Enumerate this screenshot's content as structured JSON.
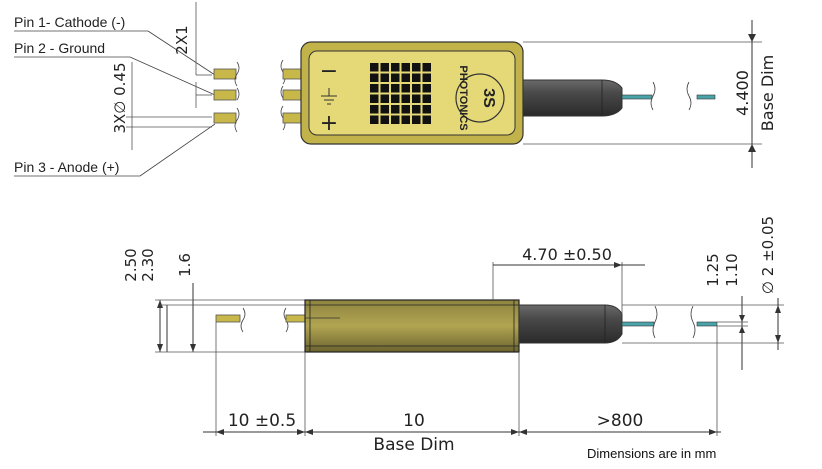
{
  "pins": {
    "pin1": "Pin 1- Cathode (-)",
    "pin2": "Pin 2 - Ground",
    "pin3": "Pin 3 - Anode (+)"
  },
  "top_view": {
    "pitch": "2X1",
    "pin_diameter": "3X∅ 0.45",
    "height": "4.400",
    "base_dim": "Base Dim",
    "symbols": {
      "minus": "−",
      "ground": "⏚",
      "plus": "+"
    },
    "logo_line1": "3S",
    "logo_line2": "PHOTONICS"
  },
  "side_view": {
    "total_height": "2.50",
    "body_height": "2.30",
    "pin_height": "1.6",
    "boot_length": "4.70 ±0.50",
    "fiber_height_1": "1.25",
    "fiber_height_2": "1.10",
    "boot_diameter": "∅ 2 ±0.05",
    "pin_length": "10 ±0.5",
    "body_length": "10",
    "body_base_dim": "Base Dim",
    "fiber_length": ">800"
  },
  "note": "Dimensions are in mm",
  "colors": {
    "body_fill": "#c2b24a",
    "frame_fill": "#e5d877",
    "grid_fill": "#111111",
    "boot_fill": "#3d3d3d",
    "fiber_fill": "#4aa3a8",
    "pin_fill": "#c8b84a",
    "line": "#333333"
  }
}
